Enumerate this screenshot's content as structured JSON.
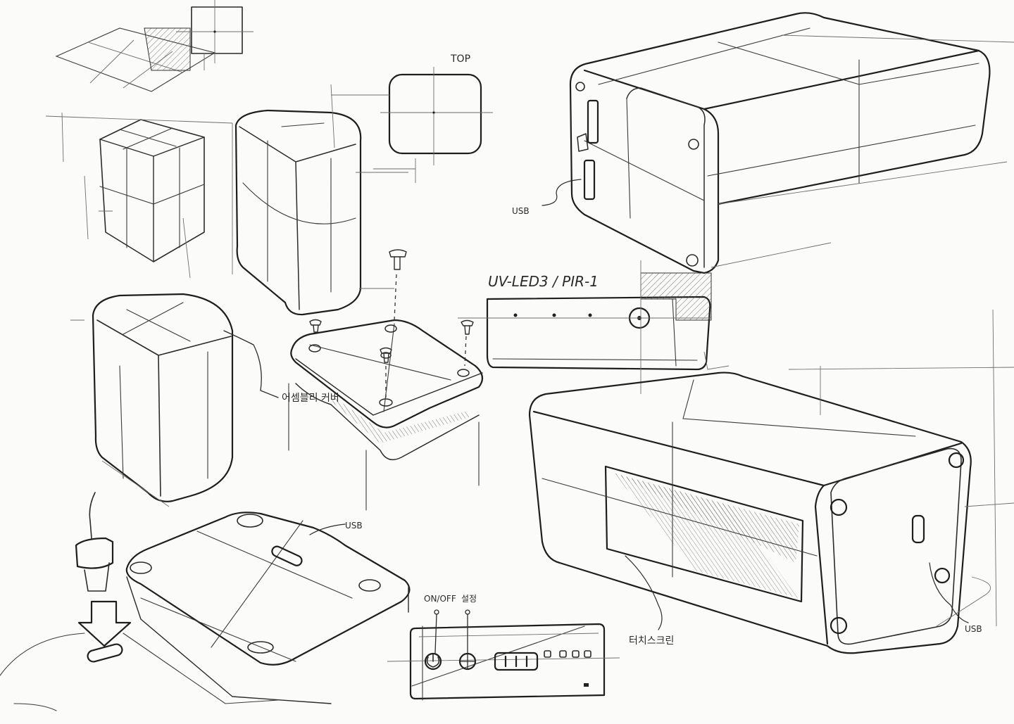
{
  "labels": {
    "top": "TOP",
    "usb_a": "USB",
    "usb_b": "USB",
    "usb_c": "USB",
    "uvled_pir": "UV-LED3 / PIR-1",
    "hinge_cover": "어셈블리 커버",
    "touchscreen": "터치스크린",
    "onoff": "ON/OFF",
    "settings": "설정"
  },
  "colors": {
    "paper": "#fbfbf9",
    "ink": "#2b2b2b",
    "redline": "#8b3b33"
  }
}
